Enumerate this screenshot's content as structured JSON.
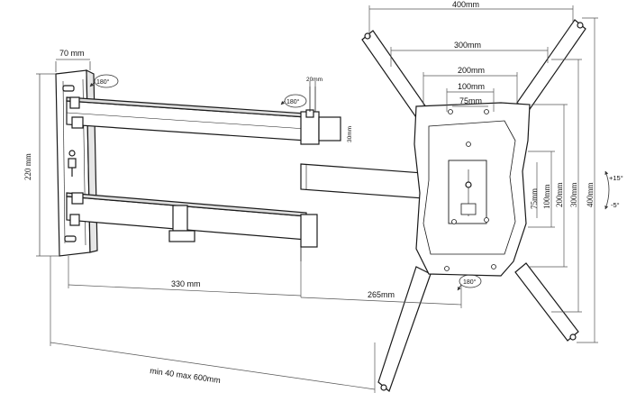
{
  "dimensions": {
    "width_400": "400mm",
    "width_300": "300mm",
    "width_200": "200mm",
    "width_100": "100mm",
    "width_75": "75mm",
    "height_400": "400mm",
    "height_300": "300mm",
    "height_200": "200mm",
    "height_100": "100mm",
    "height_75": "75mm",
    "wall_plate_width": "70 mm",
    "wall_plate_height": "220 mm",
    "tube_width": "20mm",
    "tube_height": "30mm",
    "arm_length": "330 mm",
    "arm_length_2": "265mm",
    "extension": "min 40 max 600mm"
  },
  "rotation": {
    "wall_top": "180°",
    "arm_joint": "180°",
    "head": "180°"
  },
  "tilt": {
    "up": "+15°",
    "down": "-5°"
  },
  "colors": {
    "line": "#1a1a1a",
    "dimension_line": "#555555"
  }
}
